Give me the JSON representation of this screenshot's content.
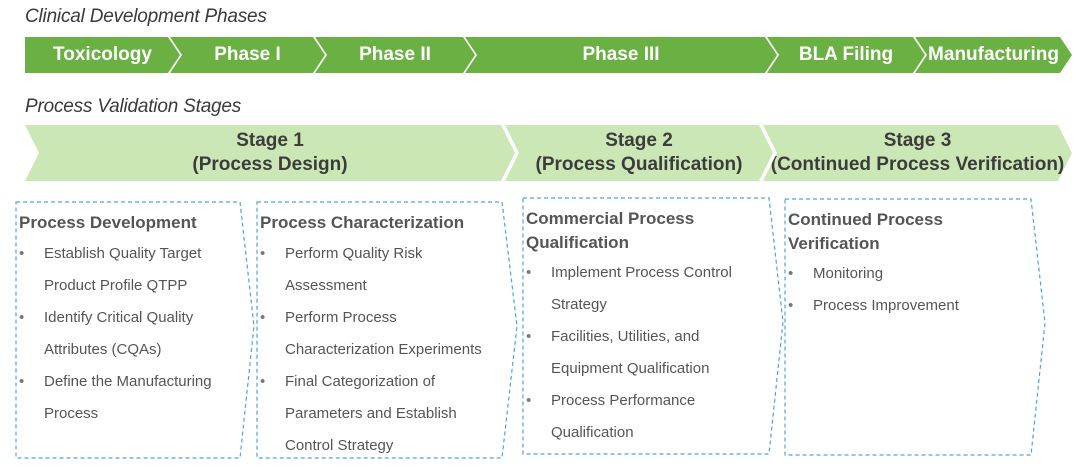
{
  "phases_title": "Clinical Development Phases",
  "phases": [
    {
      "label": "Toxicology"
    },
    {
      "label": "Phase I"
    },
    {
      "label": "Phase II"
    },
    {
      "label": "Phase III"
    },
    {
      "label": "BLA Filing"
    },
    {
      "label": "Manufacturing"
    }
  ],
  "stages_title": "Process Validation Stages",
  "stages": [
    {
      "line1": "Stage 1",
      "line2": "(Process Design)"
    },
    {
      "line1": "Stage 2",
      "line2": "(Process Qualification)"
    },
    {
      "line1": "Stage 3",
      "line2": "(Continued Process Verification)"
    }
  ],
  "columns": [
    {
      "title": "Process Development",
      "items": [
        "Establish Quality Target Product Profile QTPP",
        "Identify Critical Quality Attributes (CQAs)",
        "Define the Manufacturing Process"
      ]
    },
    {
      "title": "Process Characterization",
      "items": [
        "Perform Quality Risk Assessment",
        "Perform Process Characterization Experiments",
        "Final Categorization of Parameters and Establish Control Strategy"
      ]
    },
    {
      "title": "Commercial Process Qualification",
      "items": [
        "Implement Process Control Strategy",
        "Facilities, Utilities, and Equipment Qualification",
        "Process Performance Qualification"
      ]
    },
    {
      "title": "Continued Process Verification",
      "items": [
        "Monitoring",
        "Process Improvement"
      ]
    }
  ],
  "colors": {
    "phase_fill": "#6ab043",
    "stage_fill": "#cbe7b5",
    "dashed_border": "#4da3e6"
  }
}
